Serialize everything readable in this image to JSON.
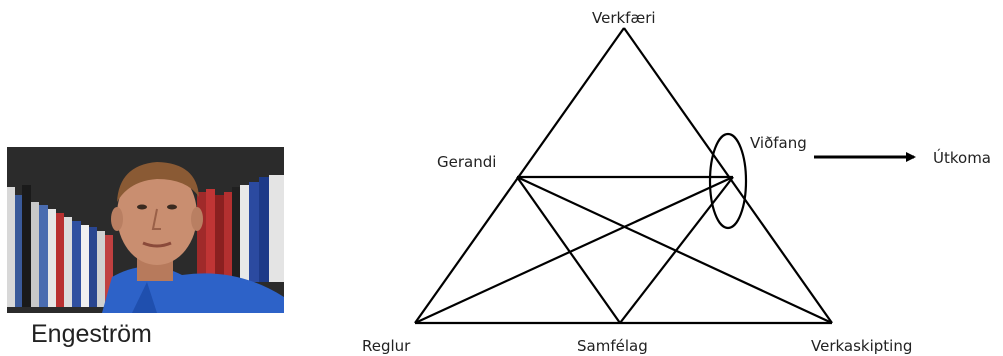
{
  "photo": {
    "subject": "portrait-of-engestrom",
    "colors": {
      "shirt": "#2d62c8",
      "skin": "#c98e70",
      "background": "#2a2a2a"
    }
  },
  "caption": "Engeström",
  "diagram": {
    "nodes": {
      "tool": "Verkfæri",
      "subject": "Gerandi",
      "object": "Viðfang",
      "outcome": "Útkoma",
      "rules": "Reglur",
      "community": "Samfélag",
      "division_of_labor": "Verkaskipting"
    },
    "line_color": "#000000"
  }
}
